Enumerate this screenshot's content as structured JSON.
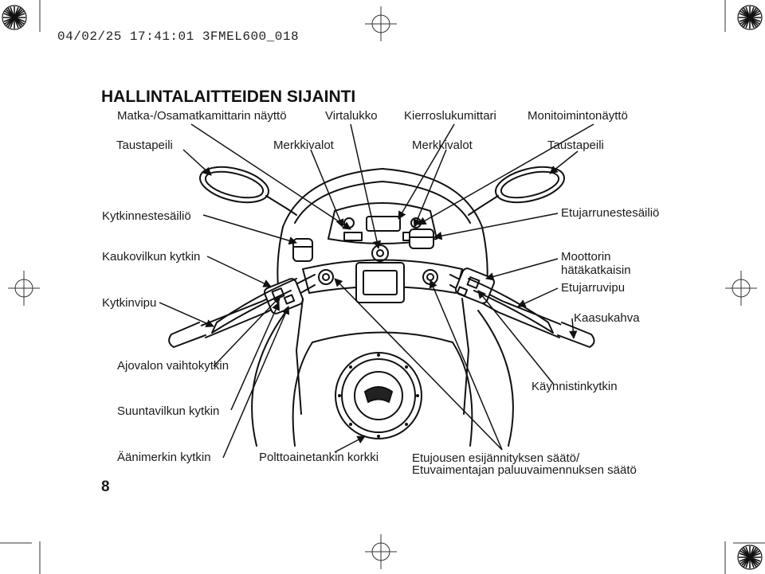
{
  "header": {
    "print_stamp": "04/02/25 17:41:01 3FMEL600_018"
  },
  "page": {
    "title": "HALLINTALAITTEIDEN SIJAINTI",
    "number": "8"
  },
  "labels": {
    "trip_meter_display": "Matka-/Osamatkamittarin näyttö",
    "ignition_switch": "Virtalukko",
    "tachometer": "Kierroslukumittari",
    "multi_function_display": "Monitoimintonäyttö",
    "mirror_left": "Taustapeili",
    "indicators_left": "Merkkivalot",
    "indicators_right": "Merkkivalot",
    "mirror_right": "Taustapeili",
    "clutch_reservoir": "Kytkinnestesäiliö",
    "front_brake_reservoir": "Etujarrunestesäiliö",
    "clutch_switch": "Kaukovilkun kytkin",
    "engine_stop_switch": "Moottorin\nhätäkatkaisin",
    "clutch_lever": "Kytkinvipu",
    "front_brake_lever": "Etujarruvipu",
    "throttle_grip": "Kaasukahva",
    "headlight_dimmer": "Ajovalon vaihtokytkin",
    "start_button": "Käynnistinkytkin",
    "turn_signal_switch": "Suuntavilkun kytkin",
    "horn_button": "Äänimerkin kytkin",
    "fuel_cap": "Polttoainetankin korkki",
    "fork_adjust_line1": "Etujousen esijännityksen säätö/",
    "fork_adjust_line2": "Etuvaimentajan paluuvaimennuksen säätö"
  }
}
